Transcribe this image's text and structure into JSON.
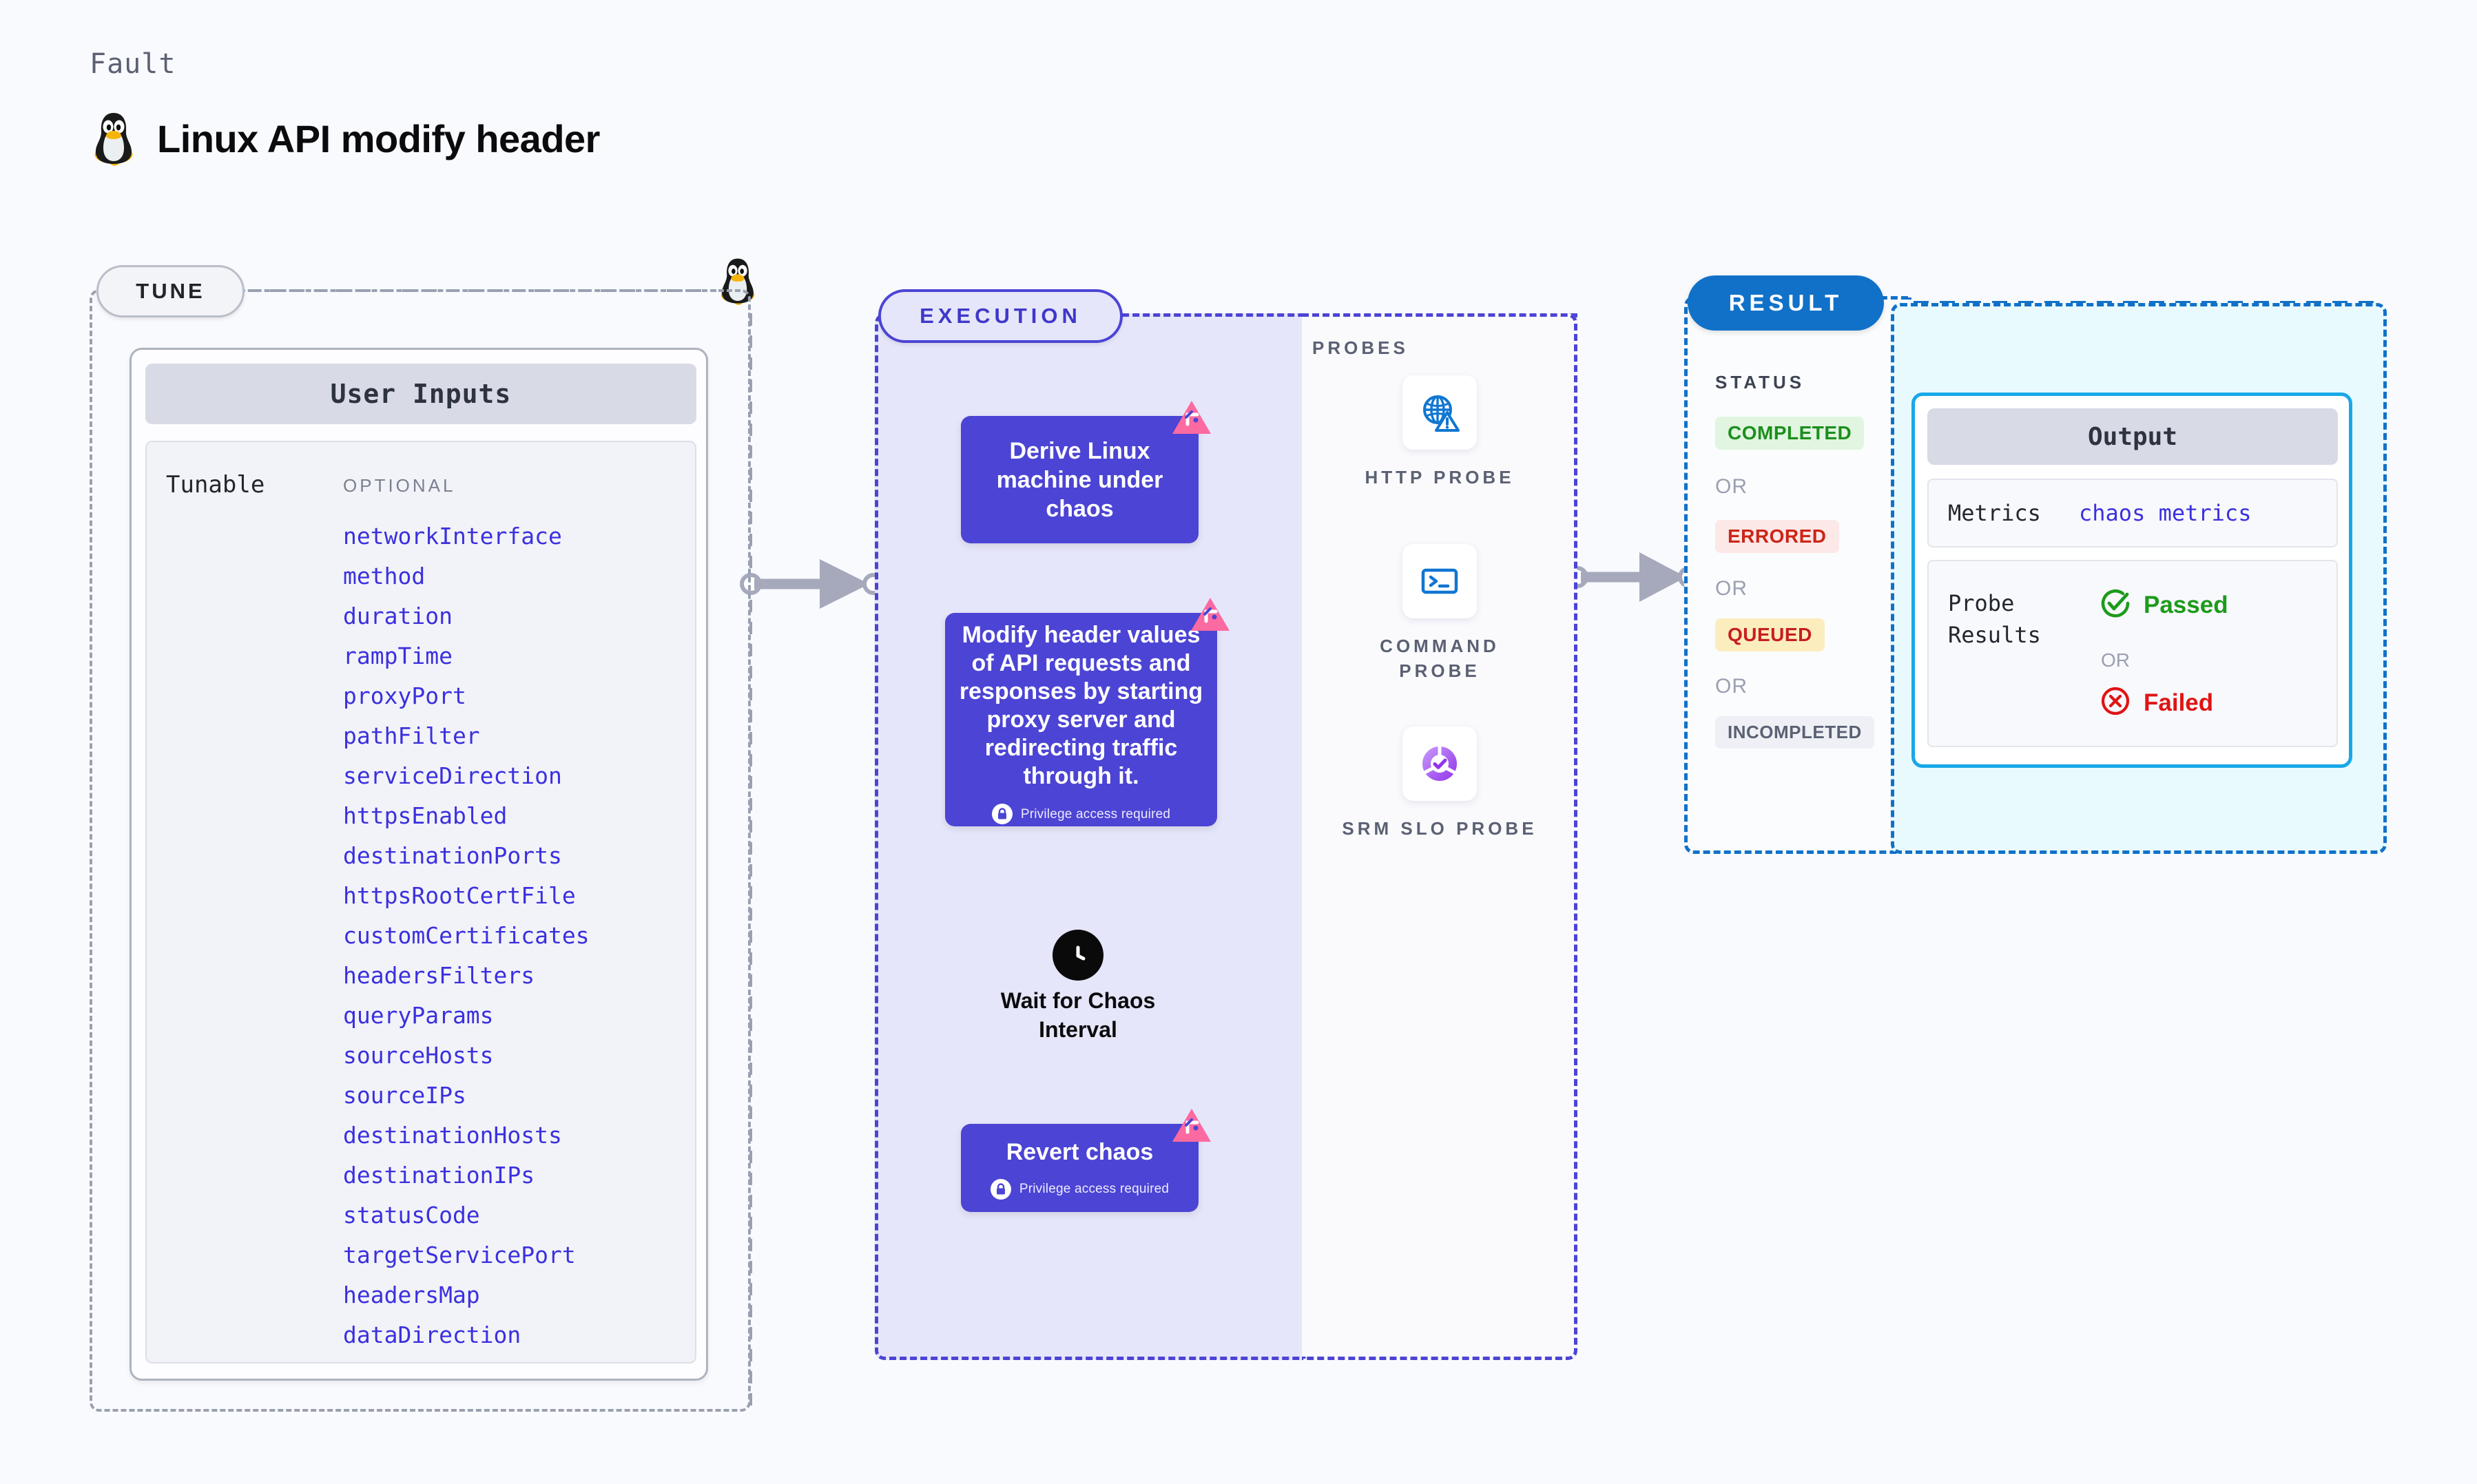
{
  "header": {
    "eyebrow": "Fault",
    "title": "Linux API modify header",
    "icon": "linux-penguin-icon"
  },
  "tune": {
    "pill_label": "TUNE",
    "card_title": "User Inputs",
    "tunable_label": "Tunable",
    "optional_label": "OPTIONAL",
    "tunables": [
      "networkInterface",
      "method",
      "duration",
      "rampTime",
      "proxyPort",
      "pathFilter",
      "serviceDirection",
      "httpsEnabled",
      "destinationPorts",
      "httpsRootCertFile",
      "customCertificates",
      "headersFilters",
      "queryParams",
      "sourceHosts",
      "sourceIPs",
      "destinationHosts",
      "destinationIPs",
      "statusCode",
      "targetServicePort",
      "headersMap",
      "dataDirection"
    ]
  },
  "execution": {
    "pill_label": "EXECUTION",
    "nodes": [
      {
        "id": "derive",
        "label": "Derive Linux machine under chaos",
        "privilege": null,
        "badge": "chaos-corner-badge"
      },
      {
        "id": "modify",
        "label": "Modify header values of API requests and responses by starting proxy server and redirecting traffic through it.",
        "privilege": "Privilege access required",
        "badge": "chaos-corner-badge"
      },
      {
        "id": "wait",
        "label": "Wait for Chaos Interval",
        "privilege": null,
        "badge": null
      },
      {
        "id": "revert",
        "label": "Revert chaos",
        "privilege": "Privilege access required",
        "badge": "chaos-corner-badge"
      }
    ]
  },
  "probes": {
    "title": "PROBES",
    "items": [
      {
        "label": "HTTP PROBE",
        "icon": "globe-warning-icon"
      },
      {
        "label": "COMMAND PROBE",
        "icon": "terminal-icon"
      },
      {
        "label": "SRM SLO PROBE",
        "icon": "srm-slo-icon"
      }
    ]
  },
  "result": {
    "pill_label": "RESULT",
    "status_title": "STATUS",
    "or_label": "OR",
    "statuses": [
      {
        "label": "COMPLETED",
        "bg": "#E1F5E1",
        "fg": "#1C8F1C"
      },
      {
        "label": "ERRORED",
        "bg": "#FCE8E6",
        "fg": "#CC2418"
      },
      {
        "label": "QUEUED",
        "bg": "#FCEDBF",
        "fg": "#C81E1E"
      },
      {
        "label": "INCOMPLETED",
        "bg": "#EFF0F5",
        "fg": "#5B6173"
      }
    ]
  },
  "output": {
    "title": "Output",
    "metrics_key": "Metrics",
    "metrics_value": "chaos metrics",
    "probe_results_key": "Probe Results",
    "passed_label": "Passed",
    "failed_label": "Failed",
    "or_label": "OR"
  },
  "colors": {
    "background": "#F9FAFE",
    "execution_accent": "#4C44D4",
    "execution_fill": "#E6E6FA",
    "result_accent": "#1171C8",
    "output_accent": "#18A8E8",
    "output_fill": "#E9FAFE",
    "tune_border": "#9AA0B0",
    "tunable_text": "#3B30DE",
    "badge_pink": "#FB6AA0"
  }
}
